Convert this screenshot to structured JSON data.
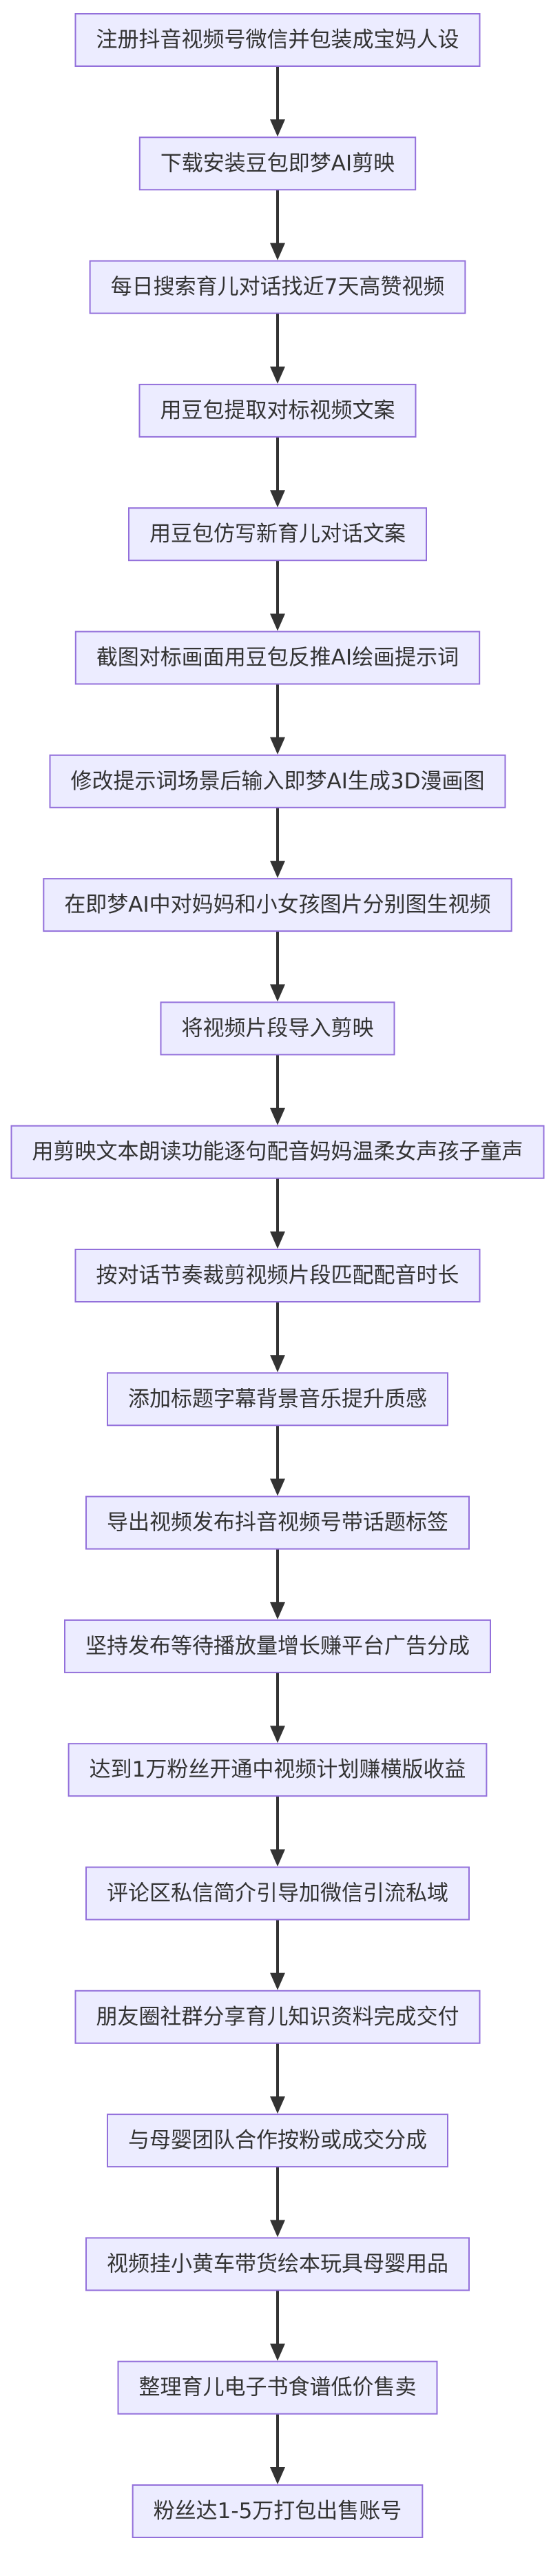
{
  "flowchart": {
    "direction": "top-to-bottom",
    "colors": {
      "node_fill": "#ECECFF",
      "node_border": "#9370DB",
      "text": "#333333",
      "edge": "#333333"
    },
    "nodes": [
      "注册抖音视频号微信并包装成宝妈人设",
      "下载安装豆包即梦AI剪映",
      "每日搜索育儿对话找近7天高赞视频",
      "用豆包提取对标视频文案",
      "用豆包仿写新育儿对话文案",
      "截图对标画面用豆包反推AI绘画提示词",
      "修改提示词场景后输入即梦AI生成3D漫画图",
      "在即梦AI中对妈妈和小女孩图片分别图生视频",
      "将视频片段导入剪映",
      "用剪映文本朗读功能逐句配音妈妈温柔女声孩子童声",
      "按对话节奏裁剪视频片段匹配配音时长",
      "添加标题字幕背景音乐提升质感",
      "导出视频发布抖音视频号带话题标签",
      "坚持发布等待播放量增长赚平台广告分成",
      "达到1万粉丝开通中视频计划赚横版收益",
      "评论区私信简介引导加微信引流私域",
      "朋友圈社群分享育儿知识资料完成交付",
      "与母婴团队合作按粉或成交分成",
      "视频挂小黄车带货绘本玩具母婴用品",
      "整理育儿电子书食谱低价售卖",
      "粉丝达1-5万打包出售账号"
    ]
  }
}
